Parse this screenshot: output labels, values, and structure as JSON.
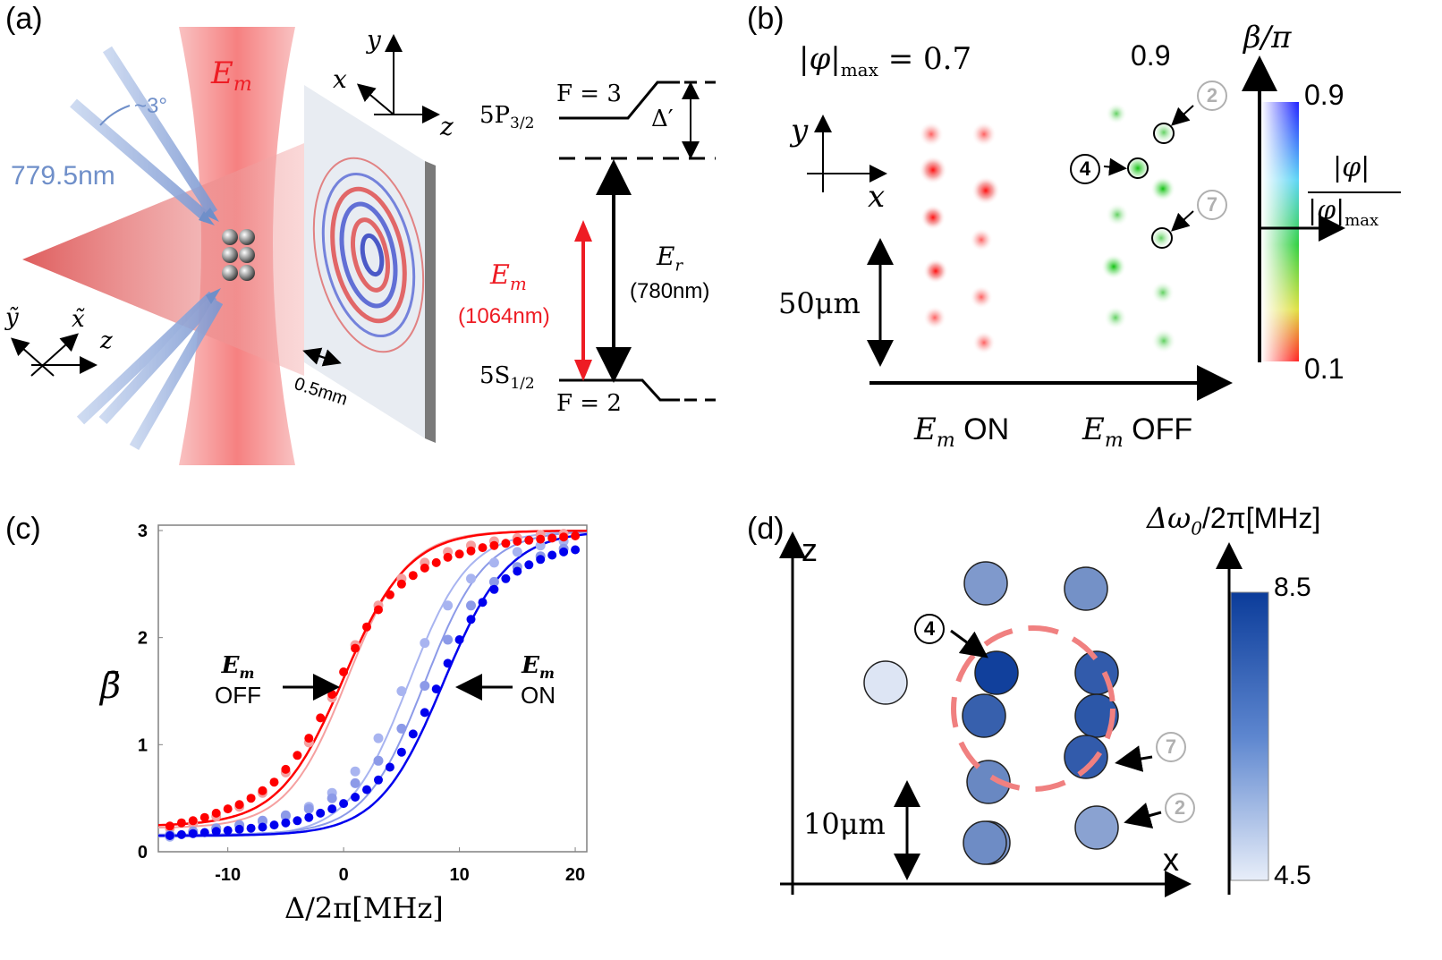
{
  "panels": {
    "a": "(a)",
    "b": "(b)",
    "c": "(c)",
    "d": "(d)"
  },
  "panel_a": {
    "beam_label": "E",
    "beam_sub": "m",
    "angle": "~3°",
    "wavelength": "779.5nm",
    "scale": "0.5mm",
    "axes_top": {
      "y": "y",
      "x": "x",
      "z": "z"
    },
    "axes_bottom": {
      "y": "ỹ",
      "x": "x̃",
      "z": "z"
    },
    "level_upper": "5P",
    "level_upper_sub": "3/2",
    "level_upper_F": "F = 3",
    "delta_prime": "Δ′",
    "level_lower": "5S",
    "level_lower_sub": "1/2",
    "level_lower_F": "F = 2",
    "em_label": "E",
    "em_sub": "m",
    "em_wavelength": "(1064nm)",
    "er_label": "E",
    "er_sub": "r",
    "er_wavelength": "(780nm)",
    "colors": {
      "beam_red": "#f46a6a",
      "beam_blue": "#6f8fc9",
      "red_arrow": "#ee1c24"
    }
  },
  "panel_b": {
    "phi_max_label": "|φ|",
    "phi_max_sub": "max",
    "phi_max_value": "= 0.7",
    "second_value": "0.9",
    "scale": "50μm",
    "axes": {
      "y": "y",
      "x": "x"
    },
    "label_on": "ON",
    "label_off": "OFF",
    "em_prefix": "E",
    "em_sub": "m",
    "site_4": "4",
    "site_2": "2",
    "site_7": "7",
    "colorbar_title": "β/π",
    "colorbar_top": "0.9",
    "colorbar_bottom": "0.1",
    "colorbar_side_num": "|φ|",
    "colorbar_side_den": "|φ|",
    "colorbar_side_den_sub": "max"
  },
  "panel_d": {
    "axis_z": "z",
    "axis_x": "x",
    "scale": "10μm",
    "colorbar_title": "Δω",
    "colorbar_title_sub": "0",
    "colorbar_title_rest": "/2π[MHz]",
    "colorbar_top": "8.5",
    "colorbar_bottom": "4.5",
    "site_4": "4",
    "site_2": "2",
    "site_7": "7",
    "circle_shades": [
      6.4,
      6.6,
      4.7,
      8.4,
      7.8,
      7.7,
      7.9,
      7.8,
      6.8,
      6.5,
      6.2,
      6.7
    ]
  },
  "chart_data": {
    "type": "line",
    "xlabel": "Δ/2π[MHz]",
    "ylabel": "β̄",
    "xlim": [
      -16,
      21
    ],
    "ylim": [
      0,
      3.05
    ],
    "x_ticks": [
      "-10",
      "0",
      "10",
      "20"
    ],
    "y_ticks": [
      "0",
      "1",
      "2",
      "3"
    ],
    "annotations": [
      {
        "text": "E",
        "sub": "m",
        "text2": "OFF"
      },
      {
        "text": "E",
        "sub": "m",
        "text2": "ON"
      }
    ],
    "series": [
      {
        "color": "#ff0000",
        "center": 0.0,
        "width": 2.8,
        "points": [
          [
            -15,
            0.24
          ],
          [
            -14,
            0.27
          ],
          [
            -13,
            0.29
          ],
          [
            -12,
            0.32
          ],
          [
            -11,
            0.36
          ],
          [
            -10,
            0.4
          ],
          [
            -9,
            0.44
          ],
          [
            -8,
            0.5
          ],
          [
            -7,
            0.57
          ],
          [
            -6,
            0.65
          ],
          [
            -5,
            0.77
          ],
          [
            -4,
            0.9
          ],
          [
            -3,
            1.06
          ],
          [
            -2,
            1.25
          ],
          [
            -1,
            1.47
          ],
          [
            0,
            1.68
          ],
          [
            1,
            1.9
          ],
          [
            2,
            2.1
          ],
          [
            3,
            2.26
          ],
          [
            4,
            2.4
          ],
          [
            5,
            2.5
          ],
          [
            6,
            2.58
          ],
          [
            7,
            2.65
          ],
          [
            8,
            2.7
          ],
          [
            9,
            2.75
          ],
          [
            10,
            2.78
          ],
          [
            11,
            2.81
          ],
          [
            12,
            2.84
          ],
          [
            13,
            2.86
          ],
          [
            14,
            2.88
          ],
          [
            15,
            2.9
          ],
          [
            16,
            2.91
          ],
          [
            17,
            2.92
          ],
          [
            18,
            2.93
          ],
          [
            19,
            2.94
          ],
          [
            20,
            2.95
          ]
        ]
      },
      {
        "color": "#f5a0a0",
        "center": 0.3,
        "width": 2.6,
        "points": [
          [
            -15,
            0.22
          ],
          [
            -13,
            0.26
          ],
          [
            -11,
            0.33
          ],
          [
            -9,
            0.42
          ],
          [
            -7,
            0.55
          ],
          [
            -5,
            0.74
          ],
          [
            -3,
            1.02
          ],
          [
            -1,
            1.44
          ],
          [
            1,
            1.93
          ],
          [
            3,
            2.3
          ],
          [
            5,
            2.55
          ],
          [
            7,
            2.7
          ],
          [
            9,
            2.8
          ],
          [
            11,
            2.86
          ],
          [
            13,
            2.9
          ],
          [
            15,
            2.93
          ],
          [
            17,
            2.96
          ],
          [
            19,
            2.97
          ]
        ]
      },
      {
        "color": "#0000ee",
        "center": 8.6,
        "width": 2.8,
        "points": [
          [
            -15,
            0.15
          ],
          [
            -14,
            0.16
          ],
          [
            -13,
            0.17
          ],
          [
            -12,
            0.18
          ],
          [
            -11,
            0.19
          ],
          [
            -10,
            0.2
          ],
          [
            -9,
            0.21
          ],
          [
            -8,
            0.22
          ],
          [
            -7,
            0.23
          ],
          [
            -6,
            0.25
          ],
          [
            -5,
            0.27
          ],
          [
            -4,
            0.29
          ],
          [
            -3,
            0.32
          ],
          [
            -2,
            0.36
          ],
          [
            -1,
            0.4
          ],
          [
            0,
            0.45
          ],
          [
            1,
            0.51
          ],
          [
            2,
            0.58
          ],
          [
            3,
            0.67
          ],
          [
            4,
            0.79
          ],
          [
            5,
            0.93
          ],
          [
            6,
            1.1
          ],
          [
            7,
            1.3
          ],
          [
            8,
            1.52
          ],
          [
            9,
            1.76
          ],
          [
            10,
            1.98
          ],
          [
            11,
            2.17
          ],
          [
            12,
            2.33
          ],
          [
            13,
            2.45
          ],
          [
            14,
            2.55
          ],
          [
            15,
            2.62
          ],
          [
            16,
            2.68
          ],
          [
            17,
            2.73
          ],
          [
            18,
            2.77
          ],
          [
            19,
            2.8
          ],
          [
            20,
            2.82
          ]
        ]
      },
      {
        "color": "#a8b4f0",
        "center": 5.6,
        "width": 2.6,
        "points": [
          [
            -15,
            0.14
          ],
          [
            -13,
            0.18
          ],
          [
            -11,
            0.21
          ],
          [
            -9,
            0.24
          ],
          [
            -7,
            0.28
          ],
          [
            -5,
            0.33
          ],
          [
            -3,
            0.42
          ],
          [
            -1,
            0.55
          ],
          [
            1,
            0.75
          ],
          [
            3,
            1.06
          ],
          [
            5,
            1.5
          ],
          [
            7,
            1.95
          ],
          [
            9,
            2.3
          ],
          [
            11,
            2.55
          ],
          [
            13,
            2.7
          ],
          [
            15,
            2.8
          ],
          [
            17,
            2.86
          ],
          [
            19,
            2.9
          ]
        ]
      },
      {
        "color": "#8c9ae8",
        "center": 7.0,
        "width": 2.6,
        "points": [
          [
            -15,
            0.16
          ],
          [
            -13,
            0.19
          ],
          [
            -11,
            0.22
          ],
          [
            -9,
            0.25
          ],
          [
            -7,
            0.29
          ],
          [
            -5,
            0.34
          ],
          [
            -3,
            0.4
          ],
          [
            -1,
            0.5
          ],
          [
            1,
            0.64
          ],
          [
            3,
            0.85
          ],
          [
            5,
            1.15
          ],
          [
            7,
            1.55
          ],
          [
            9,
            1.98
          ],
          [
            11,
            2.3
          ],
          [
            13,
            2.52
          ],
          [
            15,
            2.66
          ],
          [
            17,
            2.76
          ],
          [
            19,
            2.83
          ]
        ]
      }
    ]
  }
}
